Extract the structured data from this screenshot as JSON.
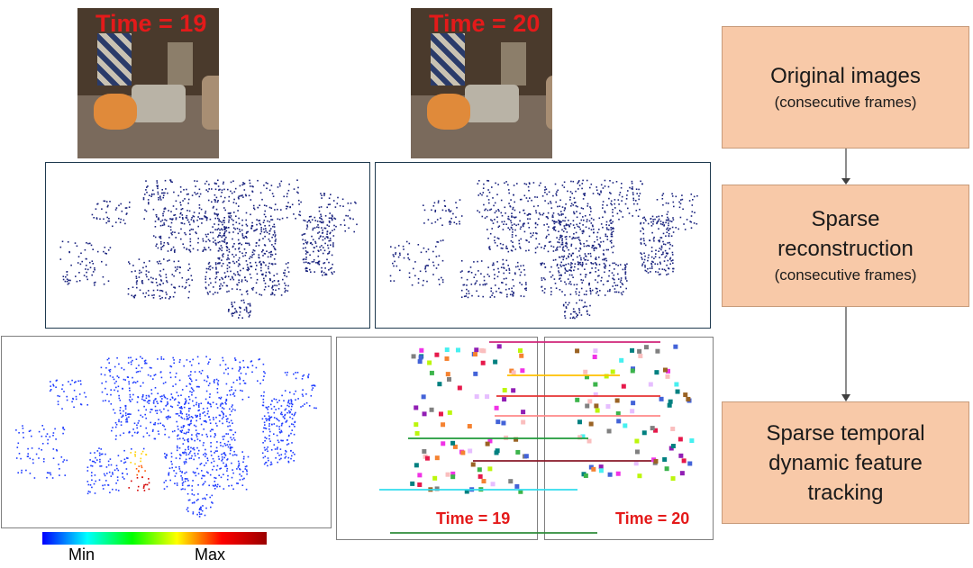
{
  "frames": [
    {
      "time_label": "Time = 19"
    },
    {
      "time_label": "Time = 20"
    }
  ],
  "pipeline": [
    {
      "title": "Original images",
      "subtitle": "(consecutive frames)"
    },
    {
      "title": "Sparse\nreconstruction",
      "subtitle": "(consecutive frames)"
    },
    {
      "title": "Sparse temporal\ndynamic feature\ntracking",
      "subtitle": ""
    }
  ],
  "colorbar": {
    "min_label": "Min",
    "max_label": "Max",
    "colors": [
      "#0000ff",
      "#00ffff",
      "#00ff00",
      "#ffff00",
      "#ff0000",
      "#9a0000"
    ]
  },
  "tracking": {
    "left_label": "Time = 19",
    "right_label": "Time = 20",
    "line_colors": [
      "#d0247a",
      "#ffc000",
      "#e63232",
      "#ff8a8a",
      "#1f9a3a",
      "#8a1a2a",
      "#33ddee",
      "#2e8b3a"
    ]
  },
  "colors": {
    "point_cloud": "#1a237e",
    "box_fill": "#f8c9a8",
    "arrow": "#404040"
  }
}
